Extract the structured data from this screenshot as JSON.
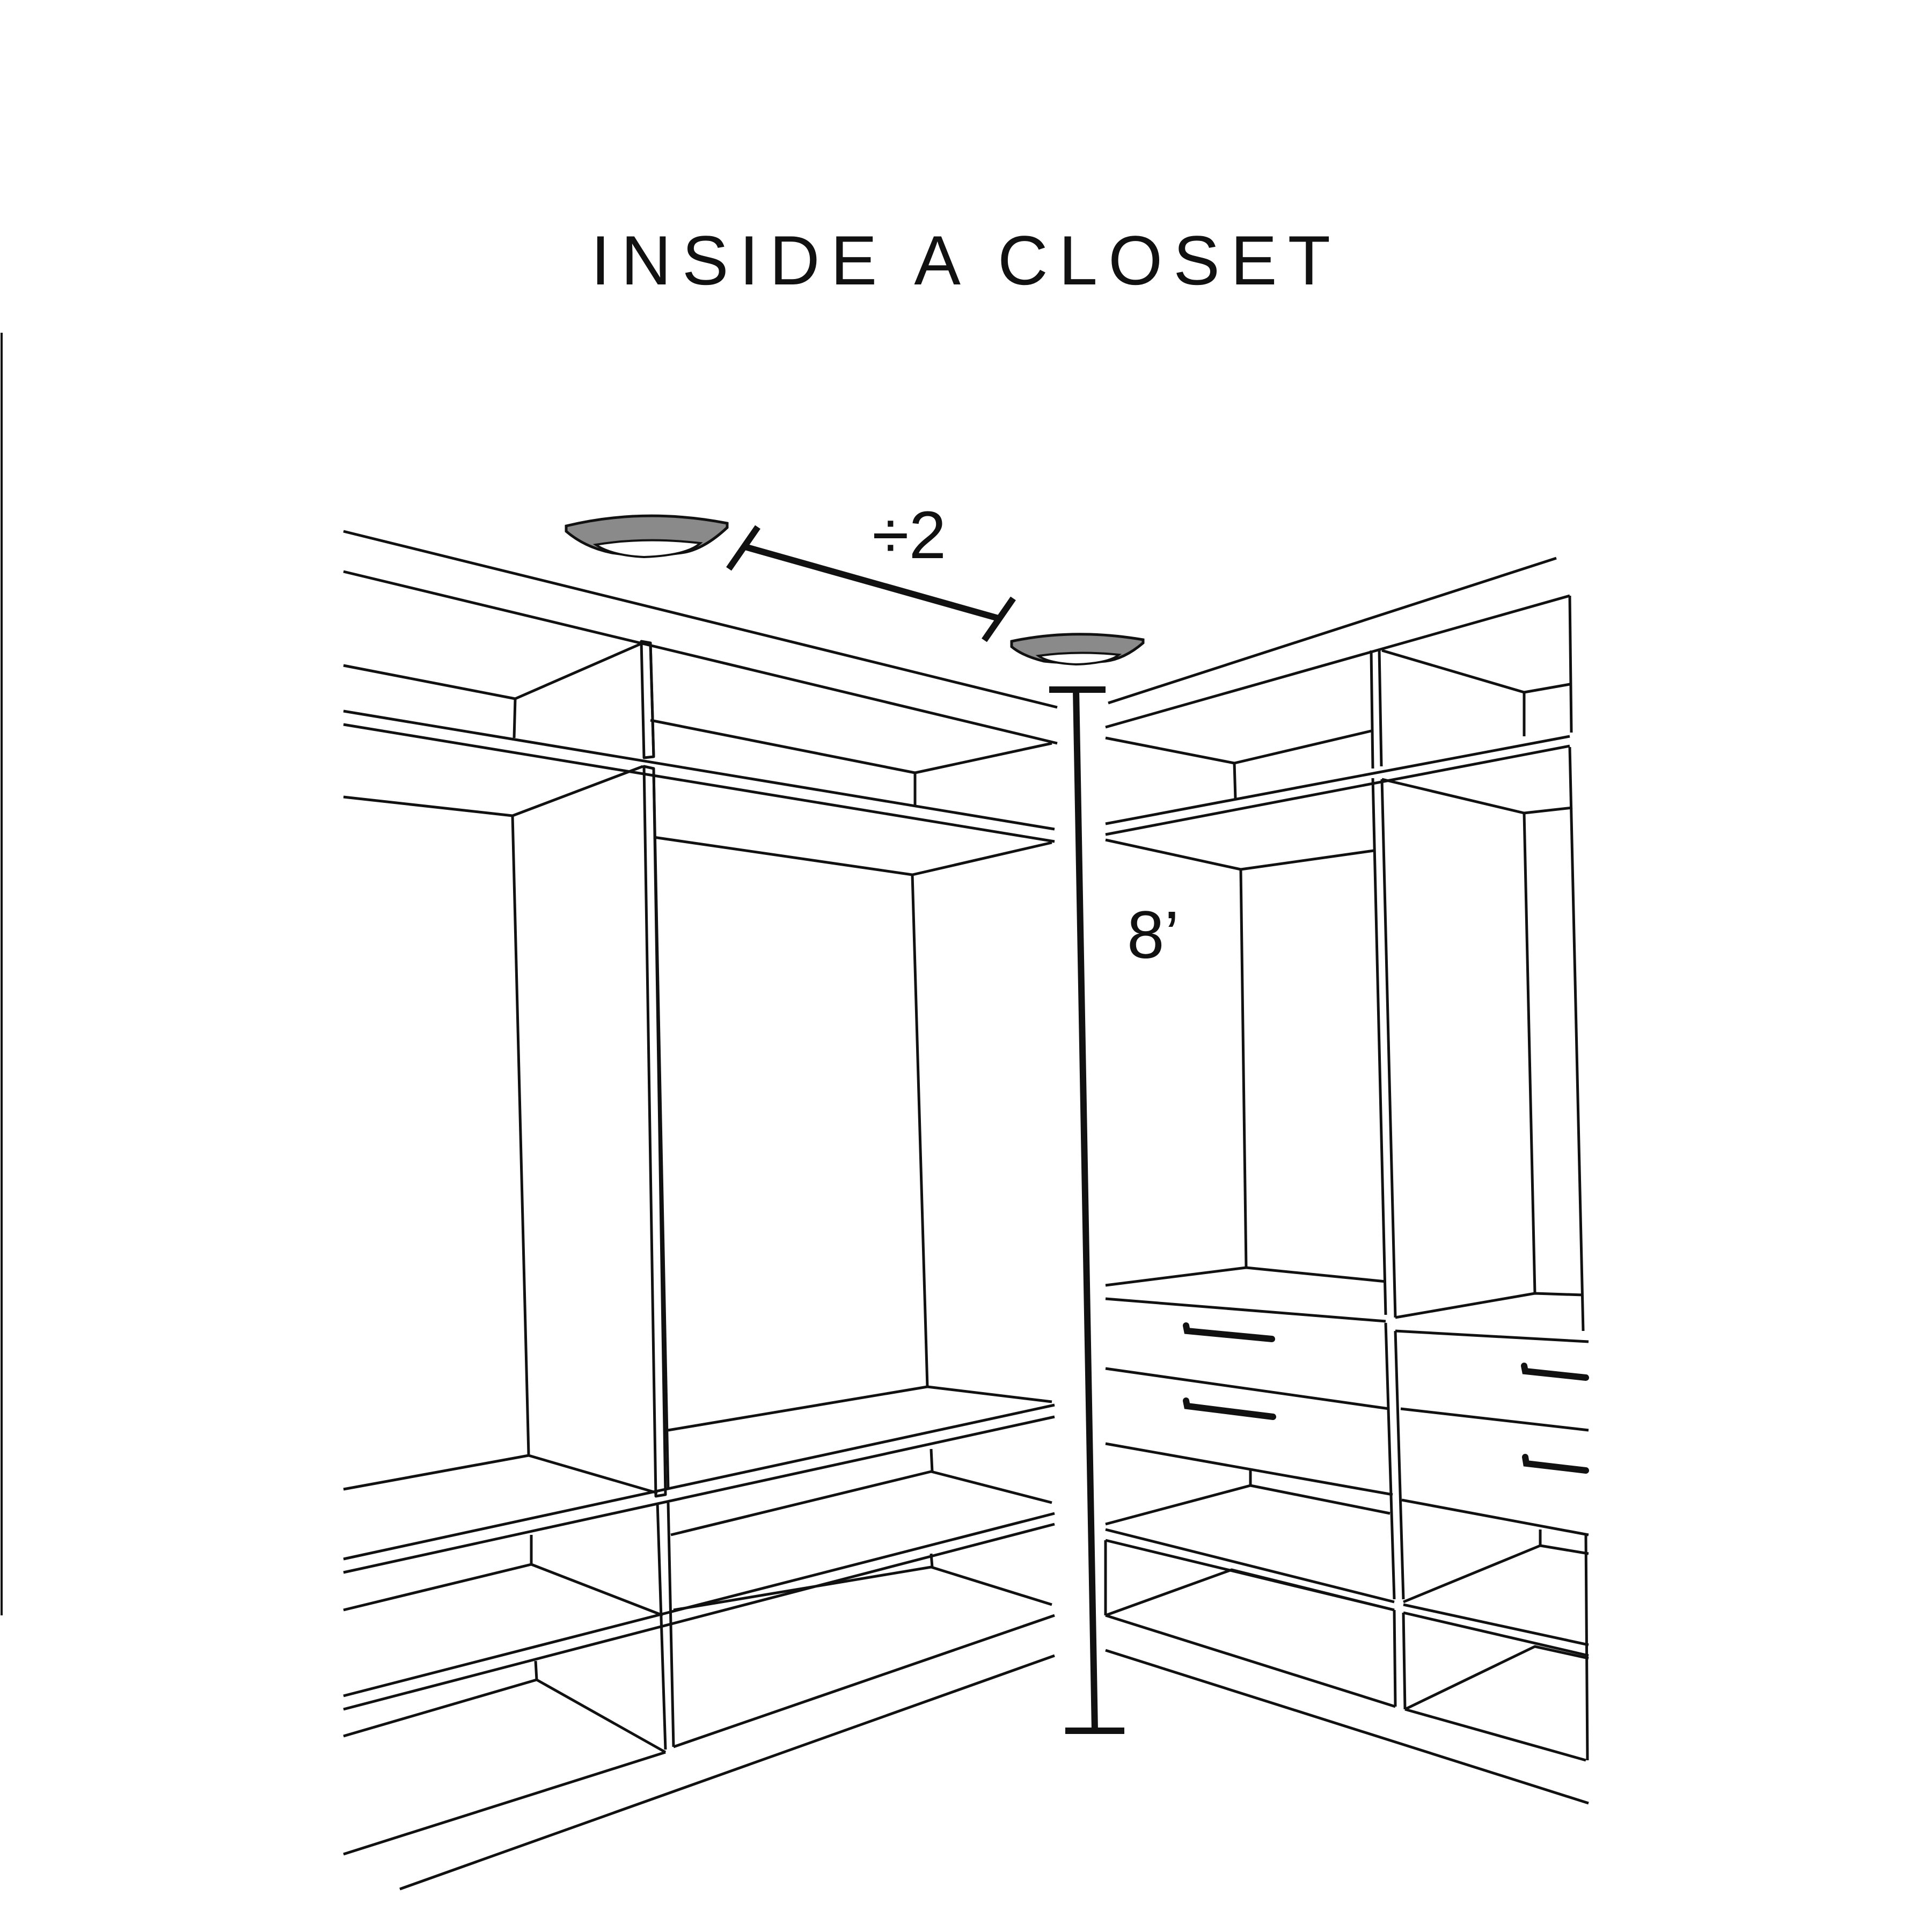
{
  "title": "INSIDE A CLOSET",
  "annotations": {
    "spacing_label": "÷2",
    "height_label": "8’"
  },
  "colors": {
    "line": "#111111",
    "fixture_fill": "#8a8a8a",
    "background": "#ffffff"
  }
}
